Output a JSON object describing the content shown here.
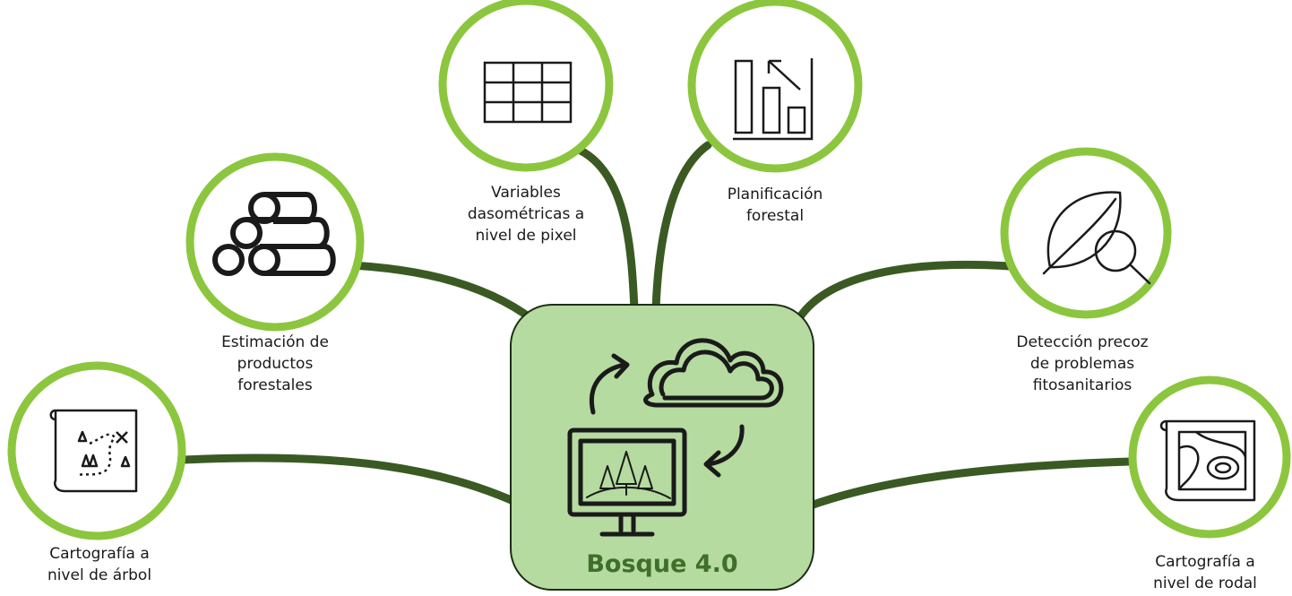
{
  "colors": {
    "node_ring": "#8cc63f",
    "connector": "#3b5a23",
    "center_fill": "#b5dba0",
    "center_border": "#1f2e16",
    "icon_stroke": "#1a1a1a",
    "title_text": "#3f6f2a"
  },
  "center": {
    "title": "Bosque 4.0",
    "icon": "cloud-computer-forest-icon"
  },
  "nodes": [
    {
      "id": "tree-mapping",
      "label": "Cartografía a\nnivel de árbol",
      "icon": "treasure-map-icon"
    },
    {
      "id": "forest-products",
      "label": "Estimación de\nproductos\nforestales",
      "icon": "log-pile-icon"
    },
    {
      "id": "pixel-variables",
      "label": "Variables\ndasométricas a\nnivel de pixel",
      "icon": "table-grid-icon"
    },
    {
      "id": "forest-planning",
      "label": "Planificación\nforestal",
      "icon": "bar-chart-icon"
    },
    {
      "id": "early-detection",
      "label": "Detección precoz\nde problemas\nfitosanitarios",
      "icon": "leaf-magnifier-icon"
    },
    {
      "id": "stand-mapping",
      "label": "Cartografía a\nnivel de rodal",
      "icon": "contour-map-icon"
    }
  ]
}
